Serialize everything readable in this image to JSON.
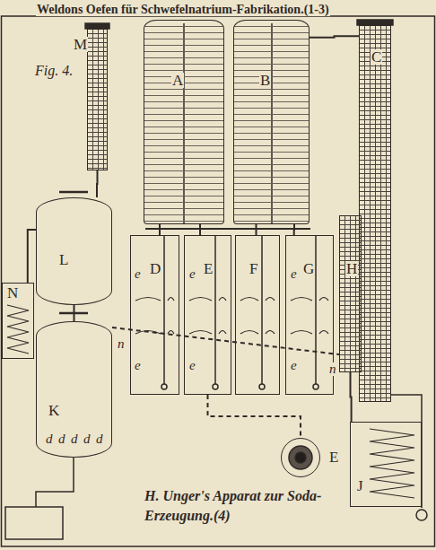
{
  "diagram": {
    "title": "Weldons Oefen für Schwefelnatrium-Fabrikation.(1-3)",
    "caption": "H. Unger's Apparat zur Soda-Erzeugung.(4)",
    "nodes": [
      {
        "text": [
          "M"
        ]
      },
      {
        "text": [
          "A"
        ]
      },
      {
        "text": [
          "B"
        ]
      },
      {
        "text": [
          "C"
        ]
      },
      {
        "text": [
          "L"
        ]
      },
      {
        "text": [
          "N"
        ]
      },
      {
        "text": [
          "D"
        ]
      },
      {
        "text": [
          "E"
        ]
      },
      {
        "text": [
          "F"
        ]
      },
      {
        "text": [
          "G"
        ]
      },
      {
        "text": [
          "H"
        ]
      },
      {
        "text": [
          "K"
        ]
      },
      {
        "text": [
          "J"
        ]
      },
      {
        "text": [
          "E"
        ]
      }
    ],
    "edges": [
      {
        "from": 0,
        "to": 4,
        "arrow": "none"
      },
      {
        "from": 4,
        "to": 11,
        "arrow": "none"
      },
      {
        "from": 2,
        "to": 3,
        "arrow": "none"
      },
      {
        "from": 1,
        "to": 6,
        "arrow": "none"
      },
      {
        "from": 1,
        "to": 7,
        "arrow": "none"
      },
      {
        "from": 2,
        "to": 8,
        "arrow": "none"
      },
      {
        "from": 2,
        "to": 9,
        "arrow": "none"
      },
      {
        "from": 10,
        "to": 12,
        "arrow": "none"
      },
      {
        "from": 11,
        "to": 10,
        "arrow": "none"
      },
      {
        "from": 4,
        "to": 5,
        "arrow": "none"
      },
      {
        "from": 7,
        "to": 13,
        "arrow": "none"
      }
    ],
    "labels": [
      "Fig. 4.",
      "e",
      "e",
      "e",
      "e",
      "e",
      "e",
      "n",
      "n",
      "d",
      "d",
      "d",
      "d",
      "d"
    ]
  }
}
